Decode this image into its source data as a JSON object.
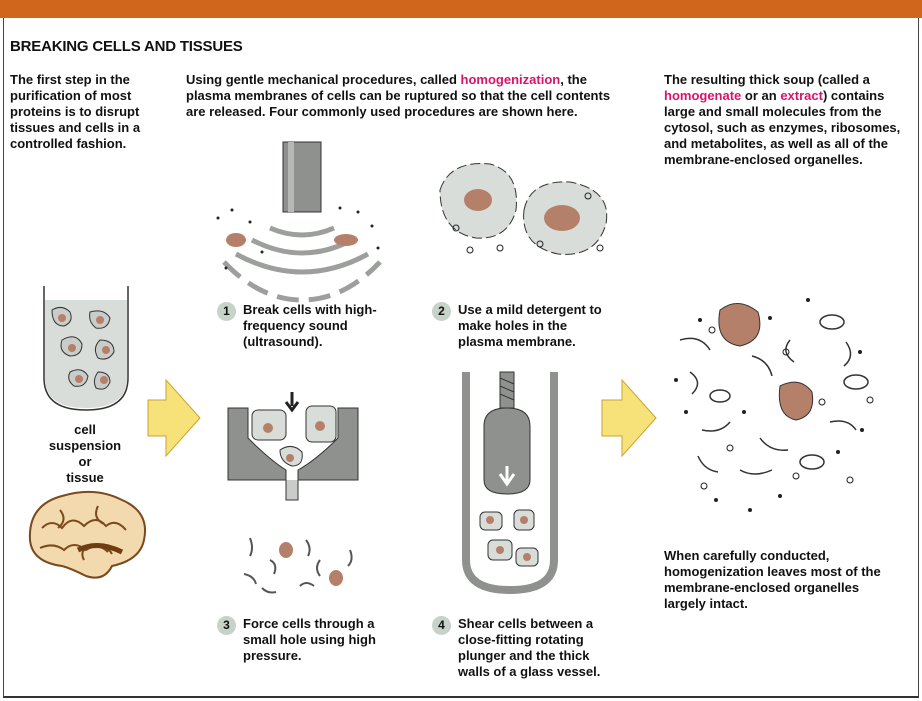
{
  "title": "BREAKING CELLS AND TISSUES",
  "intro": {
    "text": "The first step in the purification of most proteins is to disrupt tissues and cells in a controlled fashion."
  },
  "procedures": {
    "before": "Using gentle mechanical procedures, called ",
    "term": "homogenization",
    "after": ", the plasma membranes of cells can be ruptured so that the cell contents are released. Four commonly used procedures are shown here."
  },
  "result": {
    "before": "The resulting thick soup (called a ",
    "term1": "homogenate",
    "mid": " or an ",
    "term2": "extract",
    "after": ") contains large and small molecules from the cytosol, such as enzymes, ribosomes, and metabolites, as well as all of the membrane-enclosed organelles."
  },
  "sample_label": [
    "cell",
    "suspension",
    "or",
    "tissue"
  ],
  "steps": [
    {
      "number": "1",
      "text": "Break cells with high-frequency sound (ultrasound)."
    },
    {
      "number": "2",
      "text": "Use a mild detergent to make holes in the plasma membrane."
    },
    {
      "number": "3",
      "text": "Force cells through a small hole using high pressure."
    },
    {
      "number": "4",
      "text": "Shear cells between a close-fitting rotating plunger and the thick walls of a glass vessel."
    }
  ],
  "conclusion": "When carefully conducted, homogenization leaves most of the membrane-enclosed organelles largely intact.",
  "colors": {
    "highlight": "#d8136c",
    "header_bar": "#d0661b",
    "arrow_fill": "#f7e27a",
    "nucleus": "#b5806a",
    "cell_fill": "#d9ddd9",
    "metal": "#8e918e"
  }
}
